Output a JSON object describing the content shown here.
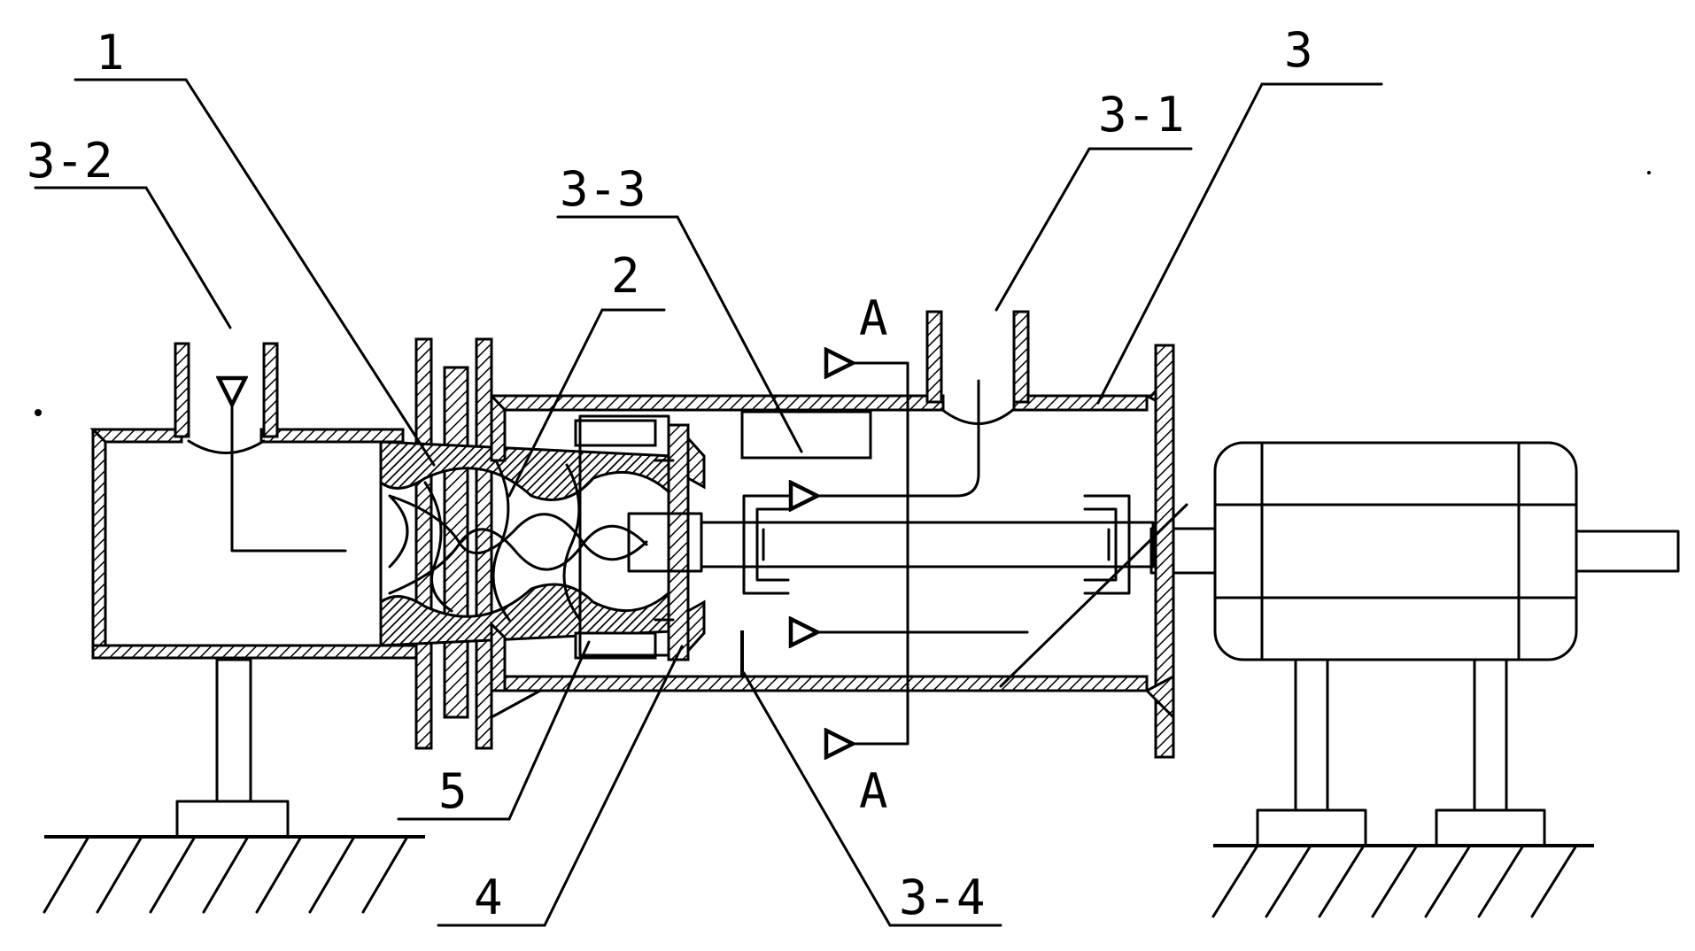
{
  "labels": {
    "part_1": "1",
    "part_2": "2",
    "part_3": "3",
    "part_3_1": "3-1",
    "part_3_2": "3-2",
    "part_3_3": "3-3",
    "part_3_4": "3-4",
    "part_4": "4",
    "part_5": "5",
    "section_top": "A",
    "section_bottom": "A"
  }
}
